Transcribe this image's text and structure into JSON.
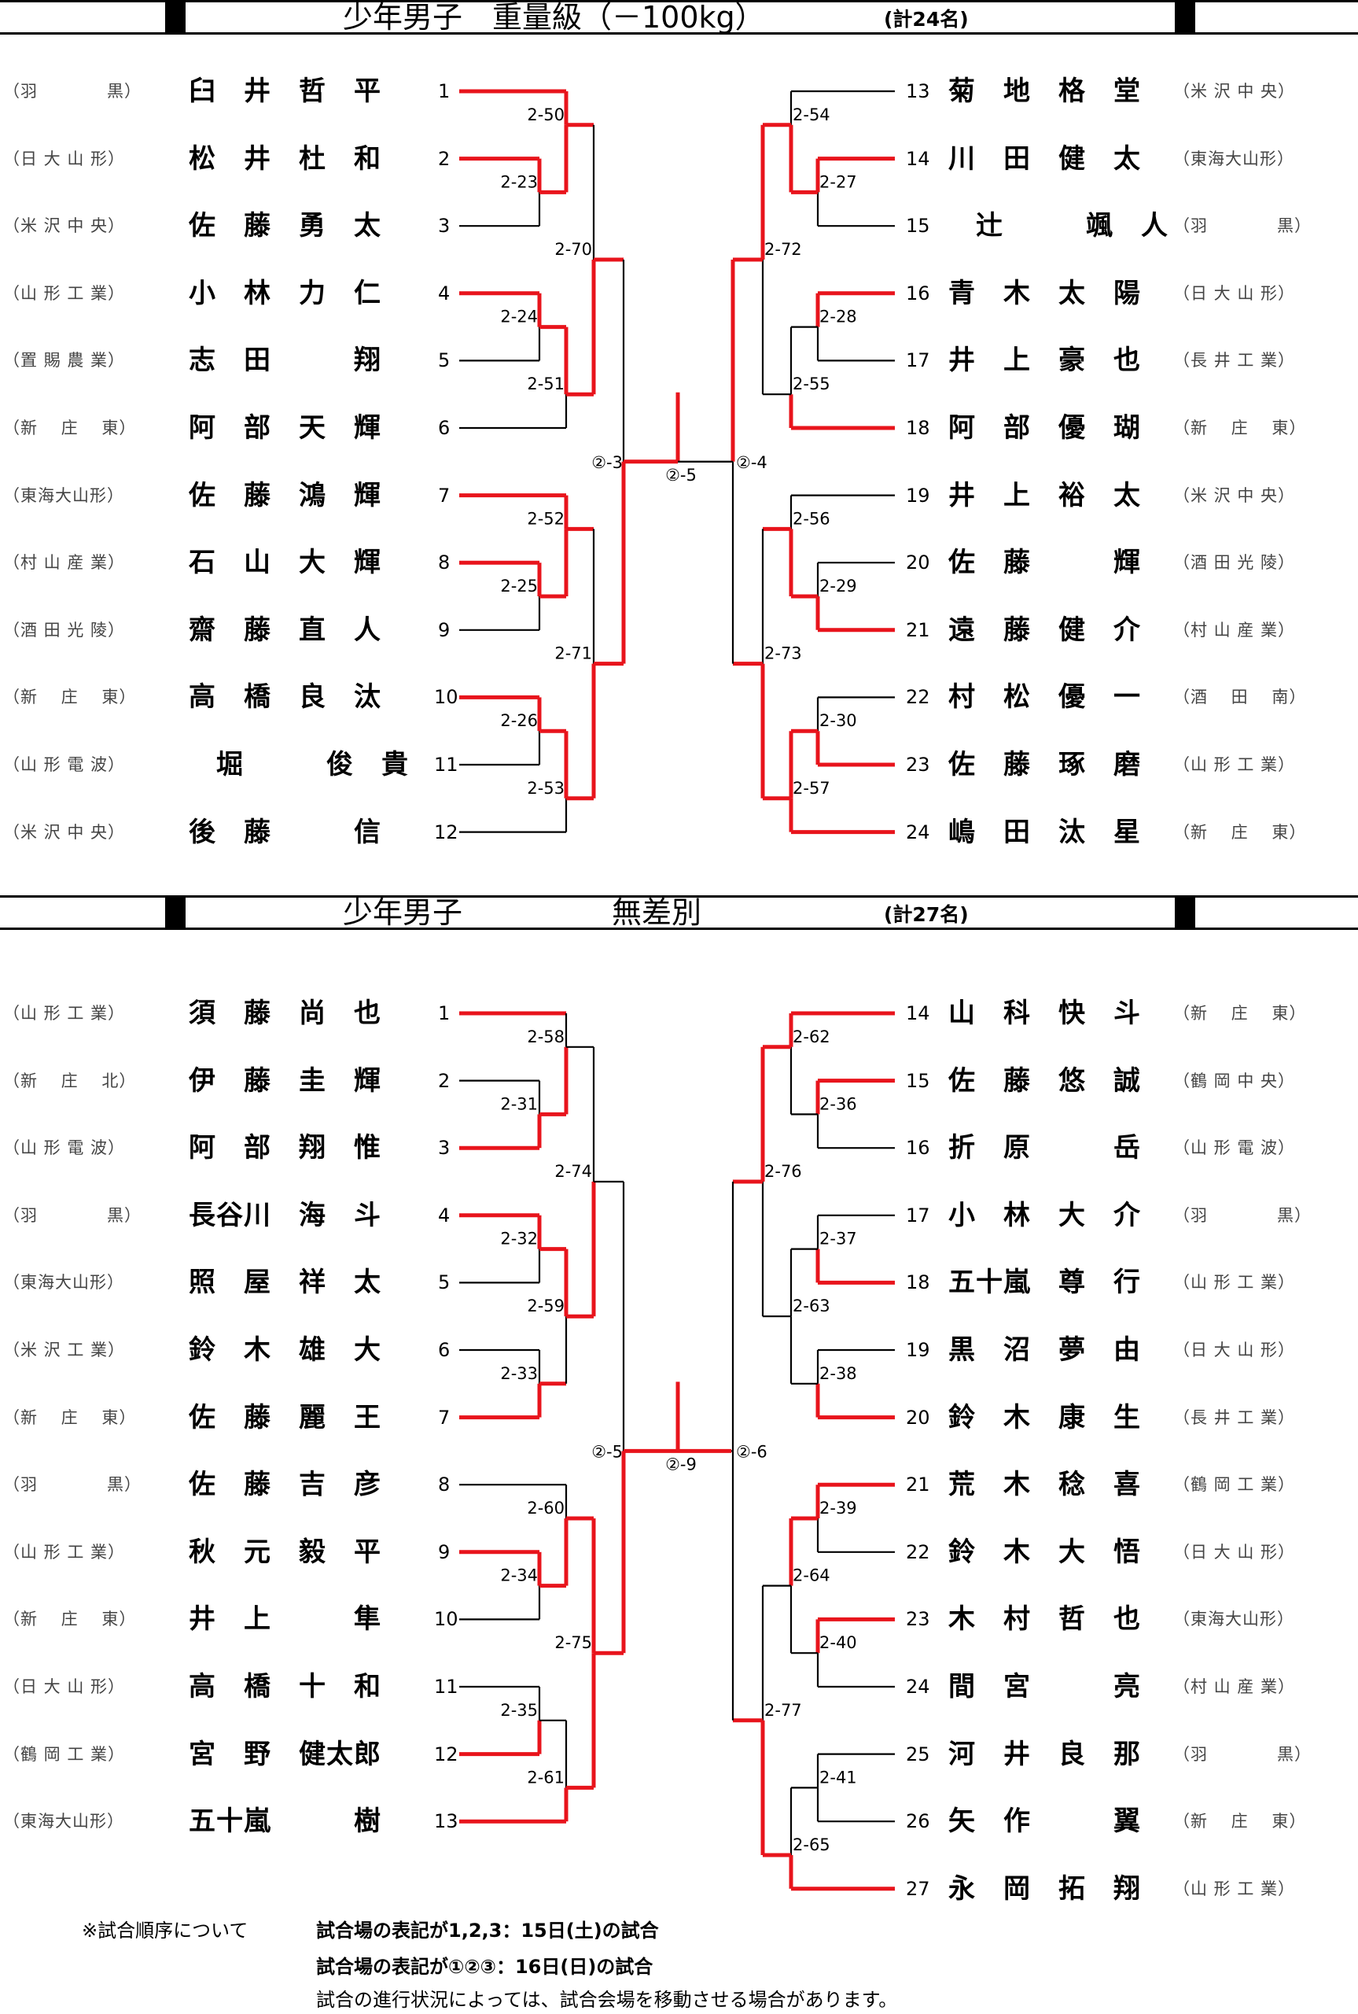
{
  "sections": [
    {
      "title": "少年男子　重量級（－100kg）",
      "count": "(計24名)",
      "left": [
        {
          "seed": "1",
          "school": "（羽　　　　黒）",
          "name": "臼　井　哲　平"
        },
        {
          "seed": "2",
          "school": "（日 大 山 形）",
          "name": "松　井　杜　和"
        },
        {
          "seed": "3",
          "school": "（米 沢 中 央）",
          "name": "佐　藤　勇　太"
        },
        {
          "seed": "4",
          "school": "（山 形 工 業）",
          "name": "小　林　力　仁"
        },
        {
          "seed": "5",
          "school": "（置 賜 農 業）",
          "name": "志　田　　　翔"
        },
        {
          "seed": "6",
          "school": "（新　 庄　 東）",
          "name": "阿　部　天　輝"
        },
        {
          "seed": "7",
          "school": "（東海大山形）",
          "name": "佐　藤　鴻　輝"
        },
        {
          "seed": "8",
          "school": "（村 山 産 業）",
          "name": "石　山　大　輝"
        },
        {
          "seed": "9",
          "school": "（酒 田 光 陵）",
          "name": "齋　藤　直　人"
        },
        {
          "seed": "10",
          "school": "（新　 庄　 東）",
          "name": "高　橋　良　汰"
        },
        {
          "seed": "11",
          "school": "（山 形 電 波）",
          "name": "　堀　　　俊　貴"
        },
        {
          "seed": "12",
          "school": "（米 沢 中 央）",
          "name": "後　藤　　　信"
        }
      ],
      "right": [
        {
          "seed": "13",
          "school": "（米 沢 中 央）",
          "name": "菊　地　格　堂"
        },
        {
          "seed": "14",
          "school": "（東海大山形）",
          "name": "川　田　健　太"
        },
        {
          "seed": "15",
          "school": "（羽　　　　黒）",
          "name": "　辻　　　颯　人"
        },
        {
          "seed": "16",
          "school": "（日 大 山 形）",
          "name": "青　木　太　陽"
        },
        {
          "seed": "17",
          "school": "（長 井 工 業）",
          "name": "井　上　豪　也"
        },
        {
          "seed": "18",
          "school": "（新　 庄　 東）",
          "name": "阿　部　優　瑚"
        },
        {
          "seed": "19",
          "school": "（米 沢 中 央）",
          "name": "井　上　裕　太"
        },
        {
          "seed": "20",
          "school": "（酒 田 光 陵）",
          "name": "佐　藤　　　輝"
        },
        {
          "seed": "21",
          "school": "（村 山 産 業）",
          "name": "遠　藤　健　介"
        },
        {
          "seed": "22",
          "school": "（酒　 田　 南）",
          "name": "村　松　優　一"
        },
        {
          "seed": "23",
          "school": "（山 形 工 業）",
          "name": "佐　藤　琢　磨"
        },
        {
          "seed": "24",
          "school": "（新　 庄　 東）",
          "name": "嶋　田　汰　星"
        }
      ],
      "matches": [
        "2-50",
        "2-23",
        "2-70",
        "2-24",
        "2-51",
        "②-3",
        "2-52",
        "2-25",
        "2-71",
        "2-26",
        "2-53",
        "②-5",
        "2-54",
        "2-27",
        "2-72",
        "2-28",
        "2-55",
        "②-4",
        "2-56",
        "2-29",
        "2-73",
        "2-30",
        "2-57"
      ]
    },
    {
      "title": "少年男子　　　　　無差別",
      "count": "(計27名)",
      "left": [
        {
          "seed": "1",
          "school": "（山 形 工 業）",
          "name": "須　藤　尚　也"
        },
        {
          "seed": "2",
          "school": "（新　 庄　 北）",
          "name": "伊　藤　圭　輝"
        },
        {
          "seed": "3",
          "school": "（山 形 電 波）",
          "name": "阿　部　翔　惟"
        },
        {
          "seed": "4",
          "school": "（羽　　　　黒）",
          "name": "長谷川　海　斗"
        },
        {
          "seed": "5",
          "school": "（東海大山形）",
          "name": "照　屋　祥　太"
        },
        {
          "seed": "6",
          "school": "（米 沢 工 業）",
          "name": "鈴　木　雄　大"
        },
        {
          "seed": "7",
          "school": "（新　 庄　 東）",
          "name": "佐　藤　麗　王"
        },
        {
          "seed": "8",
          "school": "（羽　　　　黒）",
          "name": "佐　藤　吉　彦"
        },
        {
          "seed": "9",
          "school": "（山 形 工 業）",
          "name": "秋　元　毅　平"
        },
        {
          "seed": "10",
          "school": "（新　 庄　 東）",
          "name": "井　上　　　隼"
        },
        {
          "seed": "11",
          "school": "（日 大 山 形）",
          "name": "高　橋　十　和"
        },
        {
          "seed": "12",
          "school": "（鶴 岡 工 業）",
          "name": "宮　野　健太郎"
        },
        {
          "seed": "13",
          "school": "（東海大山形）",
          "name": "五十嵐　　　樹"
        }
      ],
      "right": [
        {
          "seed": "14",
          "school": "（新　 庄　 東）",
          "name": "山　科　快　斗"
        },
        {
          "seed": "15",
          "school": "（鶴 岡 中 央）",
          "name": "佐　藤　悠　誠"
        },
        {
          "seed": "16",
          "school": "（山 形 電 波）",
          "name": "折　原　　　岳"
        },
        {
          "seed": "17",
          "school": "（羽　　　　黒）",
          "name": "小　林　大　介"
        },
        {
          "seed": "18",
          "school": "（山 形 工 業）",
          "name": "五十嵐　尊　行"
        },
        {
          "seed": "19",
          "school": "（日 大 山 形）",
          "name": "黒　沼　夢　由"
        },
        {
          "seed": "20",
          "school": "（長 井 工 業）",
          "name": "鈴　木　康　生"
        },
        {
          "seed": "21",
          "school": "（鶴 岡 工 業）",
          "name": "荒　木　稔　喜"
        },
        {
          "seed": "22",
          "school": "（日 大 山 形）",
          "name": "鈴　木　大　悟"
        },
        {
          "seed": "23",
          "school": "（東海大山形）",
          "name": "木　村　哲　也"
        },
        {
          "seed": "24",
          "school": "（村 山 産 業）",
          "name": "間　宮　　　亮"
        },
        {
          "seed": "25",
          "school": "（羽　　　　黒）",
          "name": "河　井　良　那"
        },
        {
          "seed": "26",
          "school": "（新　 庄　 東）",
          "name": "矢　作　　　翼"
        },
        {
          "seed": "27",
          "school": "（山 形 工 業）",
          "name": "永　岡　拓　翔"
        }
      ],
      "matches": [
        "2-58",
        "2-31",
        "2-74",
        "2-32",
        "2-59",
        "2-33",
        "②-5",
        "2-60",
        "2-34",
        "2-75",
        "2-35",
        "2-61",
        "②-9",
        "2-62",
        "2-36",
        "2-76",
        "2-37",
        "2-63",
        "2-38",
        "②-6",
        "2-39",
        "2-64",
        "2-40",
        "2-77",
        "2-41",
        "2-65"
      ]
    }
  ],
  "notes": {
    "heading": "※試合順序について",
    "line1": "試合場の表記が1,2,3：15日(土)の試合",
    "line2": "試合場の表記が①②③：16日(日)の試合",
    "line3": "試合の進行状況によっては、試合会場を移動させる場合があります。"
  },
  "colors": {
    "winner_line": "#e8141c",
    "normal_line": "#000000"
  }
}
